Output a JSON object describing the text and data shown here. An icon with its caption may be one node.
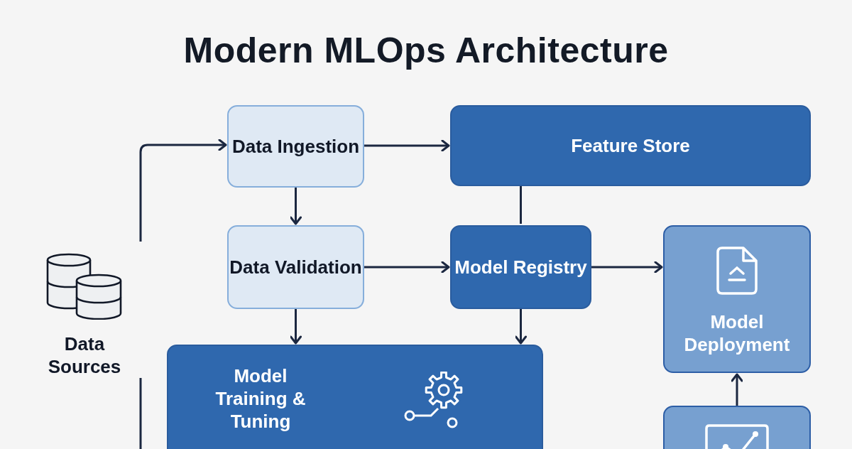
{
  "diagram": {
    "title": "Modern MLOps Architecture",
    "nodes": [
      {
        "text": [
          "Data Sources"
        ]
      },
      {
        "text": [
          "Data Ingestion"
        ]
      },
      {
        "text": [
          "Feature Store"
        ]
      },
      {
        "text": [
          "Data Validation"
        ]
      },
      {
        "text": [
          "Model Registry"
        ]
      },
      {
        "text": [
          "Model Deployment"
        ]
      },
      {
        "text": [
          "Model Training & Tuning"
        ]
      },
      {
        "text": [],
        "shape": "box"
      }
    ],
    "edges": [
      {
        "from": 0,
        "to": 1,
        "arrow": "to"
      },
      {
        "from": 0,
        "to": null,
        "arrow": "none"
      },
      {
        "from": 1,
        "to": 2,
        "arrow": "to"
      },
      {
        "from": 1,
        "to": 3,
        "arrow": "to"
      },
      {
        "from": 2,
        "to": 4,
        "arrow": "none"
      },
      {
        "from": 3,
        "to": 4,
        "arrow": "to"
      },
      {
        "from": 3,
        "to": 6,
        "arrow": "to"
      },
      {
        "from": 4,
        "to": 6,
        "arrow": "to"
      },
      {
        "from": 4,
        "to": 5,
        "arrow": "to"
      },
      {
        "from": 7,
        "to": 5,
        "arrow": "to"
      }
    ]
  }
}
